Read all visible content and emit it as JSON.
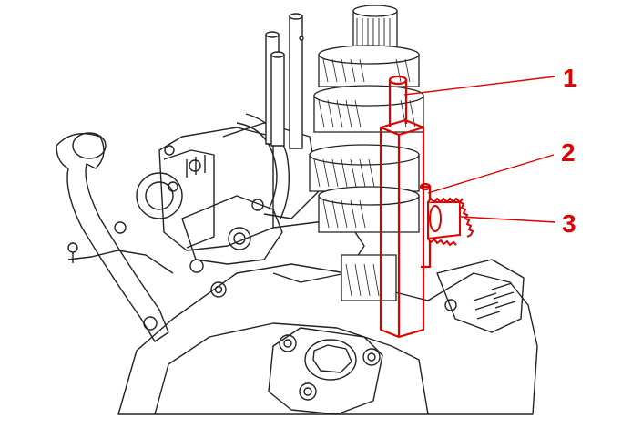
{
  "figure": {
    "callouts": [
      {
        "label": "1"
      },
      {
        "label": "2"
      },
      {
        "label": "3"
      }
    ],
    "colors": {
      "line": "#222222",
      "highlight": "#e00000",
      "label": "#e00000",
      "background": "#ffffff"
    }
  }
}
